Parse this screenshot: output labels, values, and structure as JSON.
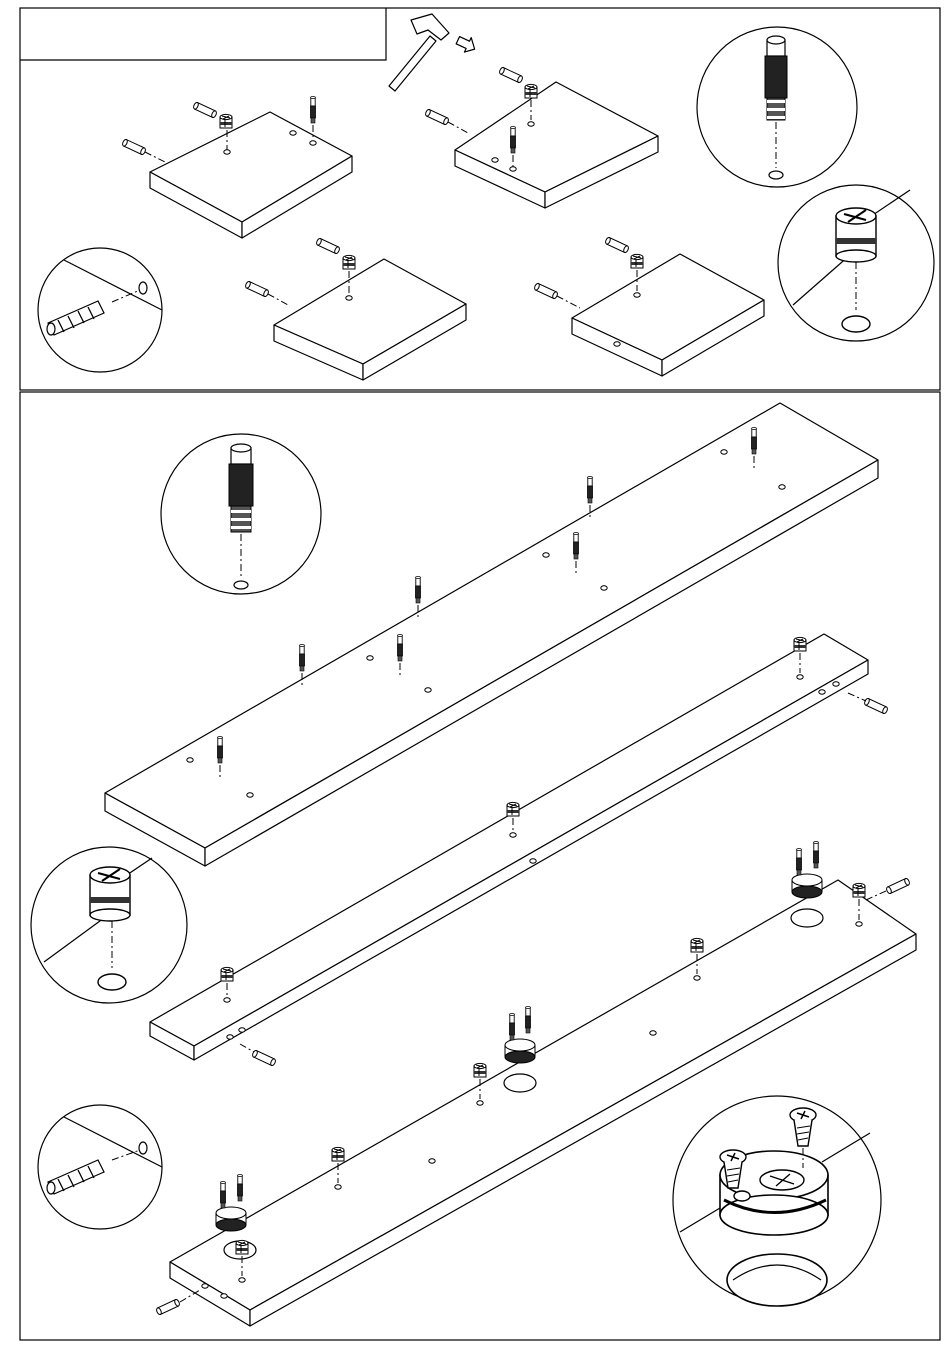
{
  "step": {
    "title": ""
  },
  "step1": {
    "small_panels": 4,
    "tool": "hammer",
    "insert_direction_icon": "arrow-right-icon",
    "detail_callouts": [
      "cam-bolt",
      "cam-lock",
      "wooden-dowel"
    ]
  },
  "step2": {
    "long_panels": 3,
    "detail_callouts": [
      "cam-bolt",
      "cam-lock",
      "wooden-dowel",
      "cam-lock-with-screws"
    ]
  },
  "colors": {
    "line": "#000000",
    "panel": "#ffffff"
  }
}
